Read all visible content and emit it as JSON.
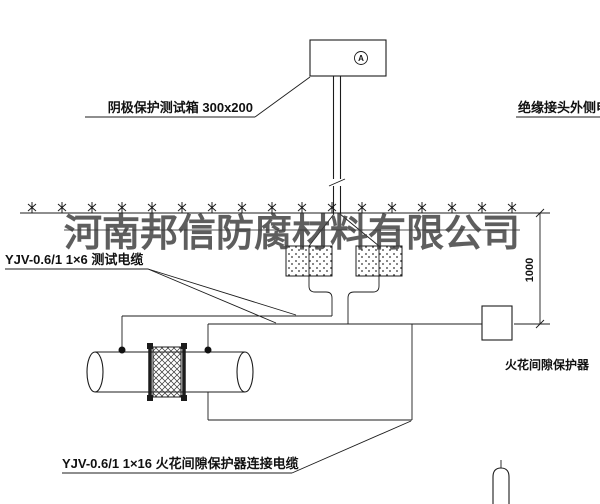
{
  "watermark": {
    "text": "河南邦信防腐材料有限公司"
  },
  "labels": {
    "test_box": "阴极保护测试箱 300x200",
    "outer_cable": "绝缘接头外侧电缆",
    "test_cable": "YJV-0.6/1  1×6  测试电缆",
    "spark_protector": "火花间隙保护器",
    "spark_cable": "YJV-0.6/1  1×16  火花间隙保护器连接电缆",
    "meter": "A",
    "dim_height": "1000"
  },
  "colors": {
    "line": "#1c1c1c",
    "watermark": "#3a3a3a",
    "background": "#ffffff"
  }
}
